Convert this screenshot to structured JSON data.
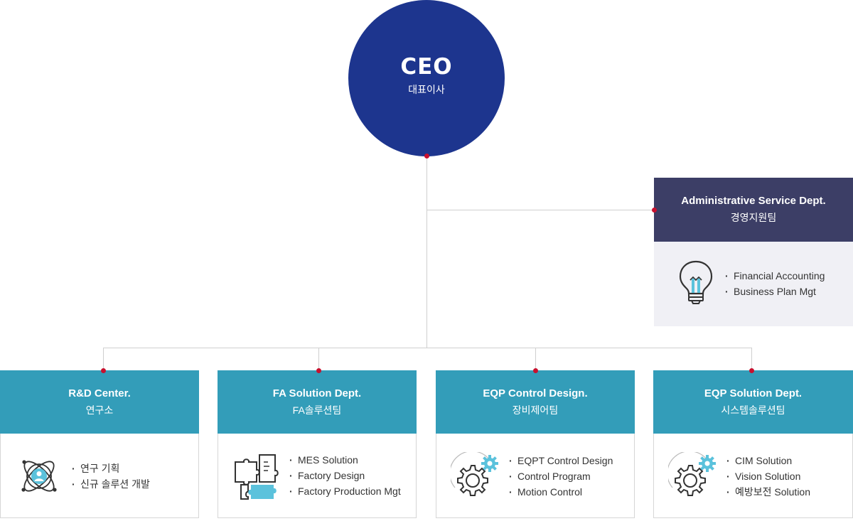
{
  "ceo": {
    "title": "CEO",
    "subtitle": "대표이사"
  },
  "admin": {
    "title": "Administrative Service Dept.",
    "subtitle": "경영지원팀",
    "icon": "lightbulb-icon",
    "items": [
      "Financial Accounting",
      "Business Plan Mgt"
    ]
  },
  "departments": [
    {
      "title": "R&D Center.",
      "subtitle": "연구소",
      "icon": "atom-icon",
      "items": [
        "연구 기획",
        "신규 솔루션 개발"
      ]
    },
    {
      "title": "FA Solution Dept.",
      "subtitle": "FA솔루션팀",
      "icon": "puzzle-icon",
      "items": [
        "MES Solution",
        "Factory Design",
        "Factory Production Mgt"
      ]
    },
    {
      "title": "EQP Control Design.",
      "subtitle": "장비제어팀",
      "icon": "gears-icon",
      "items": [
        "EQPT Control Design",
        "Control Program",
        "Motion Control"
      ]
    },
    {
      "title": "EQP Solution Dept.",
      "subtitle": "시스템솔루션팀",
      "icon": "gears-icon",
      "items": [
        "CIM Solution",
        "Vision Solution",
        "예방보전 Solution"
      ]
    }
  ],
  "colors": {
    "ceo": "#1d358e",
    "admin_header": "#3c3e66",
    "dept_header": "#339db9",
    "accent": "#5bc2dc",
    "connector_dot": "#c8102e"
  }
}
